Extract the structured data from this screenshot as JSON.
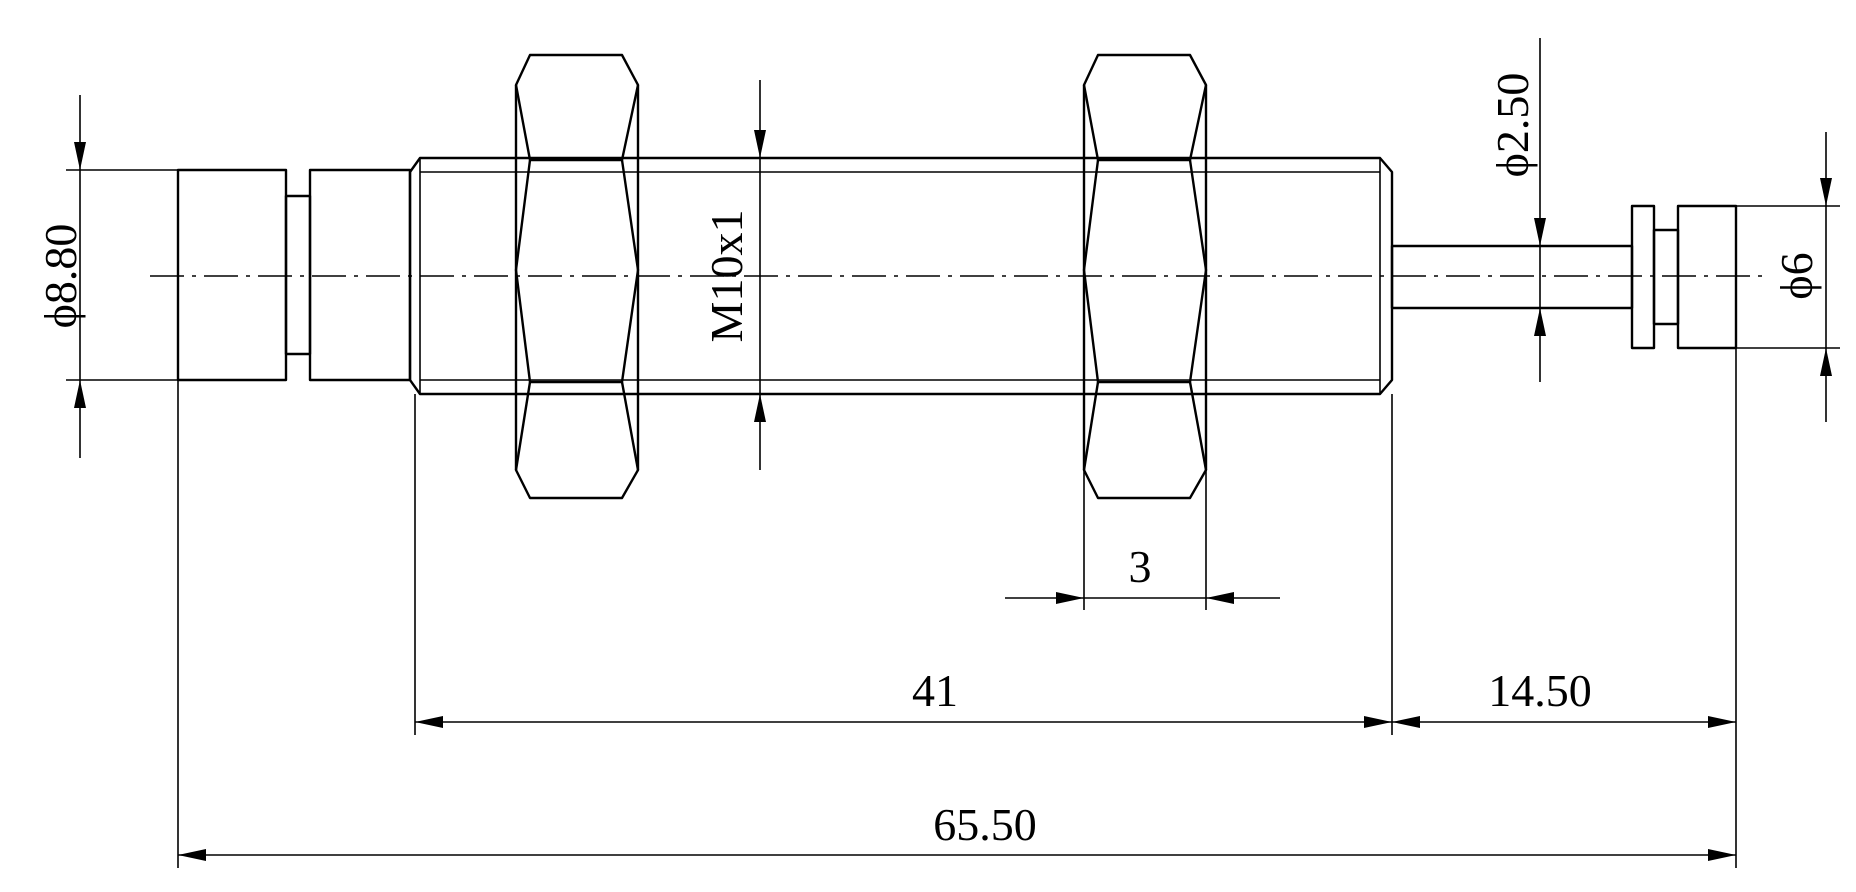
{
  "dimensions": {
    "body_diameter": "ϕ8.80",
    "thread_spec": "M10x1",
    "rod_diameter": "ϕ2.50",
    "tip_diameter": "ϕ6",
    "nut_thickness": "3",
    "thread_length": "41",
    "rod_extension": "14.50",
    "overall_length": "65.50"
  },
  "colors": {
    "line": "#000000",
    "background": "#ffffff"
  }
}
